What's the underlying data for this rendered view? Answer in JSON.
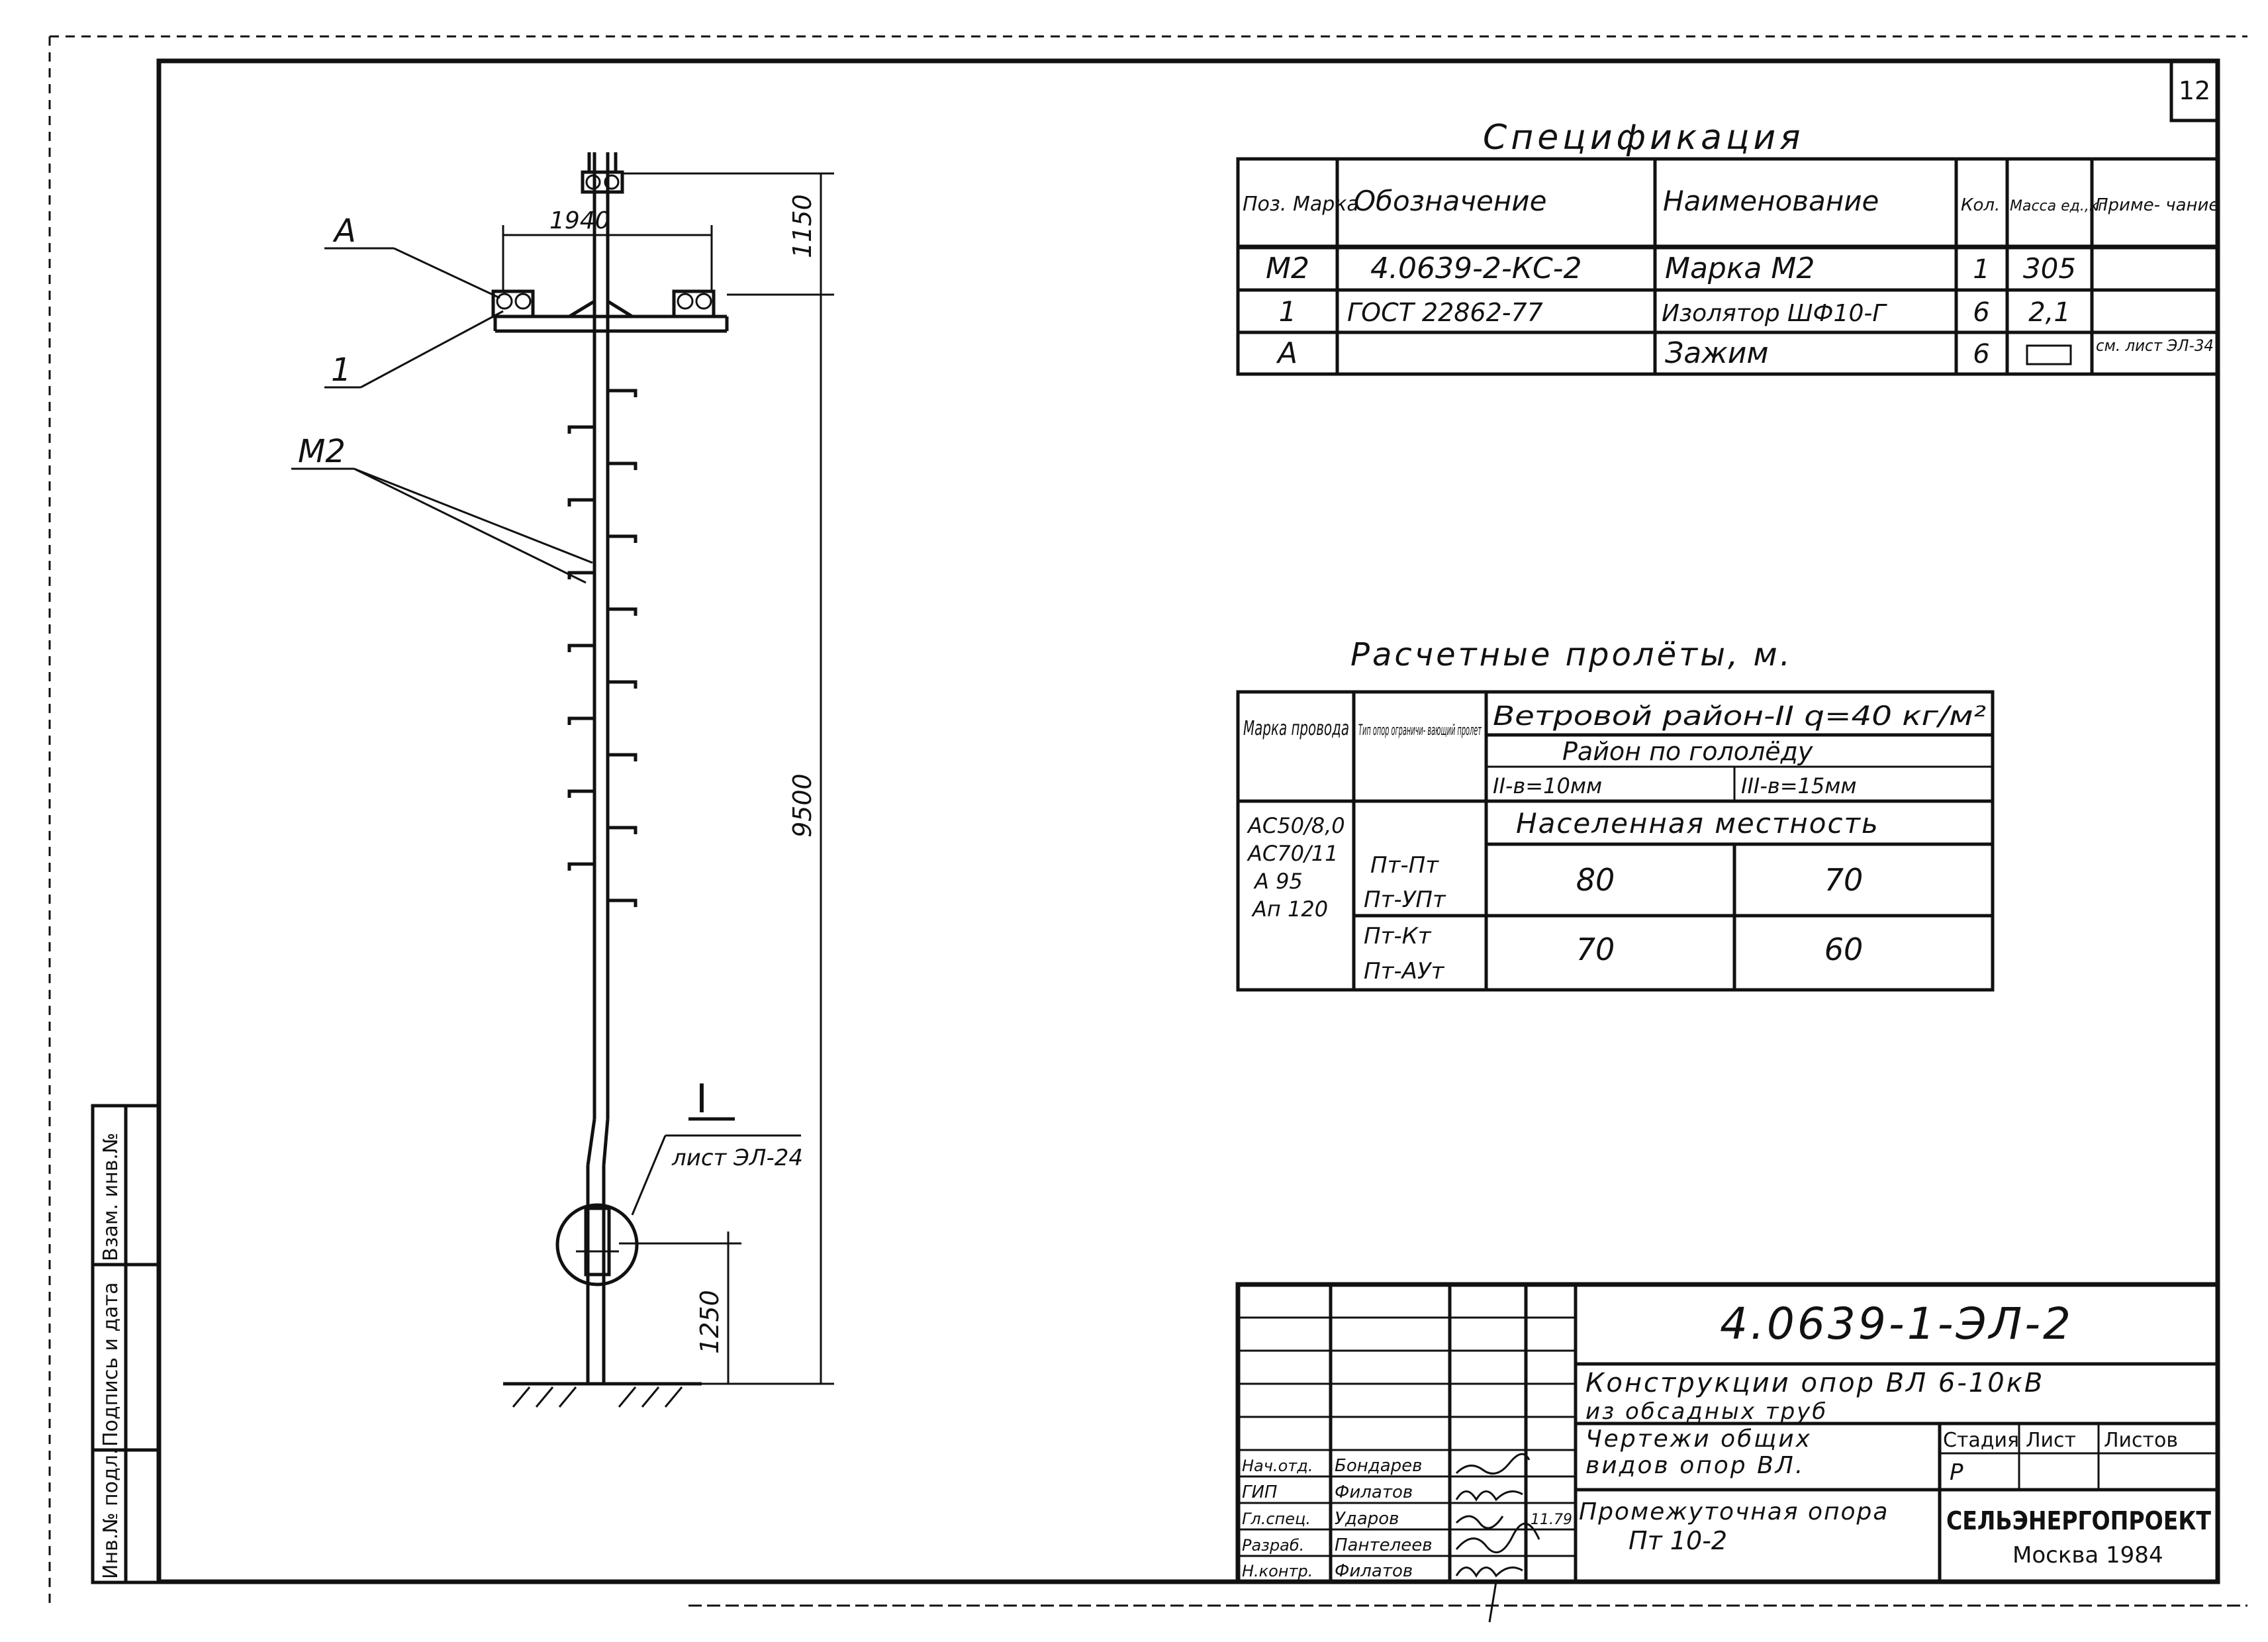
{
  "sheet_number": "12",
  "side_stamp": {
    "cells": [
      "Инв.№ подл.",
      "Подпись и дата",
      "Взам. инв.№"
    ]
  },
  "drawing": {
    "dim_top": "1940",
    "dim_upper": "1150",
    "dim_main": "9500",
    "dim_bottom": "1250",
    "label_A": "А",
    "label_1": "1",
    "label_M2": "М2",
    "label_detail": "I",
    "label_detail_sheet": "лист ЭЛ-24"
  },
  "spec": {
    "title": "Спецификация",
    "headers": [
      "Поз. Марка",
      "Обозначение",
      "Наименование",
      "Кол.",
      "Масса ед.,кг",
      "Приме- чание"
    ],
    "rows": [
      [
        "М2",
        "4.0639-2-КС-2",
        "Марка М2",
        "1",
        "305",
        ""
      ],
      [
        "1",
        "ГОСТ 22862-77",
        "Изолятор ШФ10-Г",
        "6",
        "2,1",
        ""
      ],
      [
        "А",
        "",
        "Зажим",
        "6",
        "",
        "см. лист ЭЛ-34"
      ]
    ]
  },
  "spans": {
    "title": "Расчетные пролёты, м.",
    "col1": "Марка провода",
    "col2": "Тип опор ограничи- вающий пролет",
    "wind": "Ветровой район-II  q=40 кг/м²",
    "ice": "Район по гололёду",
    "ice_a": "II-в=10мм",
    "ice_b": "III-в=15мм",
    "area": "Населенная местность",
    "wires": [
      "АС50/8,0",
      "АС70/11",
      "А 95",
      "Ап 120"
    ],
    "rows": [
      {
        "types": [
          "Пт-Пт",
          "Пт-УПт"
        ],
        "v1": "80",
        "v2": "70"
      },
      {
        "types": [
          "Пт-Кт",
          "Пт-АУт"
        ],
        "v1": "70",
        "v2": "60"
      }
    ]
  },
  "title_block": {
    "code": "4.0639-1-ЭЛ-2",
    "line1": "Конструкции опор ВЛ 6-10кВ",
    "line2": "из обсадных труб",
    "line3": "Чертежи общих",
    "line4": "видов опор ВЛ.",
    "line5": "Промежуточная опора",
    "line6": "Пт 10-2",
    "stage_h": "Стадия",
    "sheet_h": "Лист",
    "sheets_h": "Листов",
    "stage_v": "Р",
    "org": "СЕЛЬЭНЕРГОПРОЕКТ",
    "city": "Москва 1984",
    "date": "11.79",
    "roles": [
      {
        "role": "Нач.отд.",
        "name": "Бондарев"
      },
      {
        "role": "ГИП",
        "name": "Филатов"
      },
      {
        "role": "Гл.спец.",
        "name": "Ударов"
      },
      {
        "role": "Разраб.",
        "name": "Пантелеев"
      },
      {
        "role": "",
        "name": ""
      },
      {
        "role": "Н.контр.",
        "name": "Филатов"
      }
    ]
  }
}
